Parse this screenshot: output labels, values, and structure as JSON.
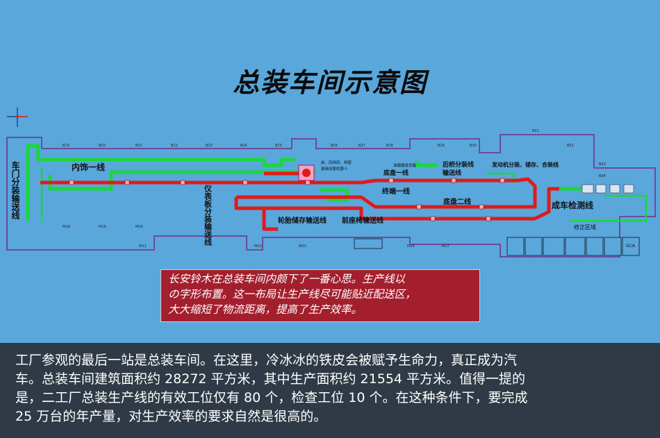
{
  "title": "总装车间示意图",
  "labels": {
    "door_line": "车门分装输送线",
    "interior_line": "内饰一线",
    "dashboard_line": "仪表板分装输送线",
    "robot_note_1": "前、后挡风、侧窗",
    "robot_note_2": "玻璃涂胶机器人",
    "oil_equipment": "油箱输送设备",
    "chassis_line_1": "底盘一线",
    "rear_axle_1": "后桥分装线",
    "rear_axle_2": "输送线",
    "engine_line": "发动机分装、储存、合装线",
    "final_line": "终端一线",
    "chassis_line_2": "底盘二线",
    "inspection_line": "成车检测线",
    "tire_line": "轮胎储存输送线",
    "seat_line": "前座椅输送线",
    "repair_area": "修正区域",
    "gca": "GCA"
  },
  "callout": [
    "长安铃木在总装车间内颇下了一番心思。生产线以",
    "の字形布置。这一布局让生产线尽可能贴近配送区，",
    "大大缩短了物流距离，提高了生产效率。"
  ],
  "description": [
    "工厂参观的最后一站是总装车间。在这里，冷冰冰的铁皮会被赋予生命力，真正成为汽",
    "车。总装车间建筑面积约 28272 平方米，其中生产面积约 21554 平方米。值得一提的",
    "是，二工厂总装生产线的有效工位仅有 80 个，检查工位 10 个。在这种条件下，要完成",
    "25 万台的年产量，对生产效率的要求自然是很高的。"
  ],
  "colors": {
    "background": "#5aa7dc",
    "line_green": "#19d83a",
    "line_red": "#e21a1a",
    "callout_bg": "#a31f2e",
    "bottom_bg": "#2f3a46"
  },
  "icons": [
    "compass-cross-icon"
  ]
}
